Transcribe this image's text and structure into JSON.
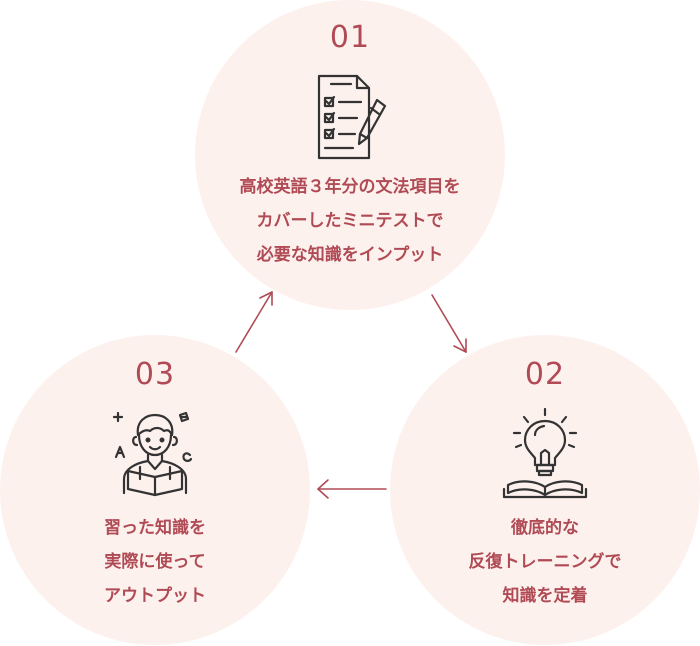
{
  "steps": [
    {
      "number": "01",
      "icon": "checklist-icon",
      "lines": [
        "高校英語３年分の文法項目を",
        "カバーしたミニテストで",
        "必要な知識をインプット"
      ]
    },
    {
      "number": "02",
      "icon": "lightbulb-book-icon",
      "lines": [
        "徹底的な",
        "反復トレーニングで",
        "知識を定着"
      ]
    },
    {
      "number": "03",
      "icon": "student-reading-icon",
      "lines": [
        "習った知識を",
        "実際に使って",
        "アウトプット"
      ]
    }
  ],
  "colors": {
    "accent": "#b04b55",
    "circle_fill": "#fdf1ee",
    "icon_stroke": "#333333"
  }
}
